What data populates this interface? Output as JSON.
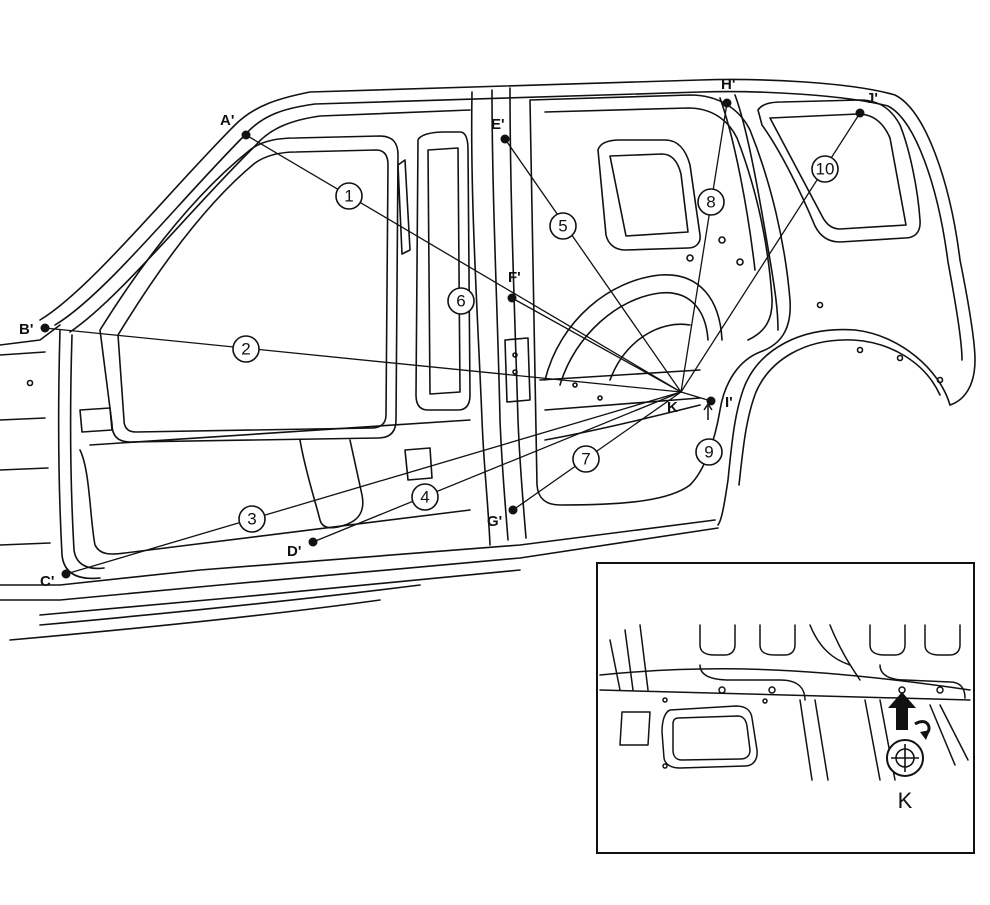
{
  "diagram": {
    "points": [
      {
        "id": "A",
        "label": "A'"
      },
      {
        "id": "B",
        "label": "B'"
      },
      {
        "id": "C",
        "label": "C'"
      },
      {
        "id": "D",
        "label": "D'"
      },
      {
        "id": "E",
        "label": "E'"
      },
      {
        "id": "F",
        "label": "F'"
      },
      {
        "id": "G",
        "label": "G'"
      },
      {
        "id": "H",
        "label": "H'"
      },
      {
        "id": "I",
        "label": "I'"
      },
      {
        "id": "J",
        "label": "J'"
      },
      {
        "id": "K",
        "label": "K"
      }
    ],
    "measurements": [
      {
        "number": "1",
        "from": "A",
        "to": "K"
      },
      {
        "number": "2",
        "from": "B",
        "to": "K"
      },
      {
        "number": "3",
        "from": "C",
        "to": "K"
      },
      {
        "number": "4",
        "from": "D",
        "to": "K"
      },
      {
        "number": "5",
        "from": "E",
        "to": "K"
      },
      {
        "number": "6",
        "from": "F",
        "to": "K"
      },
      {
        "number": "7",
        "from": "G",
        "to": "K"
      },
      {
        "number": "8",
        "from": "H",
        "to": "K"
      },
      {
        "number": "9",
        "from": "I",
        "to": "K"
      },
      {
        "number": "10",
        "from": "J",
        "to": "K"
      }
    ],
    "detail": {
      "label": "K"
    }
  }
}
